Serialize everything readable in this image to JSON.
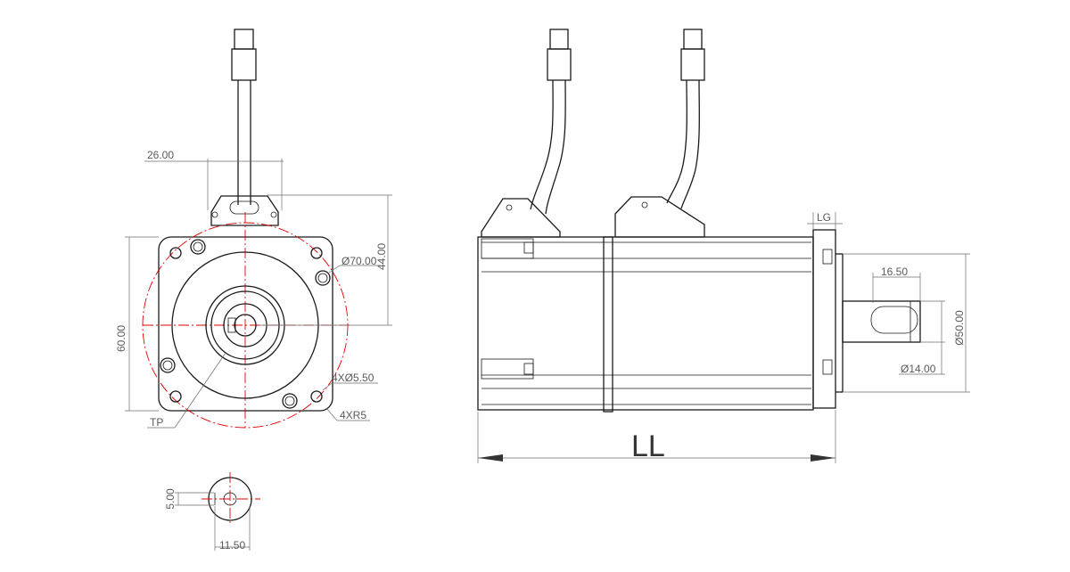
{
  "drawing": {
    "line_color": "#1a1a1a",
    "dimension_color": "#6e6e6e",
    "centerline_color": "#e00000"
  },
  "dimensions": {
    "connector_width": "26.00",
    "connector_height": "44.00",
    "flange_size": "60.00",
    "bolt_circle": "Ø70.00",
    "mount_holes": "4XØ5.50",
    "corner_radius": "4XR5",
    "tp_label": "TP",
    "flange_thickness": "LG",
    "shaft_length": "16.50",
    "pilot_diameter": "Ø50.00",
    "shaft_diameter": "Ø14.00",
    "body_length": "LL",
    "key_height": "5.00",
    "key_width": "11.50"
  }
}
